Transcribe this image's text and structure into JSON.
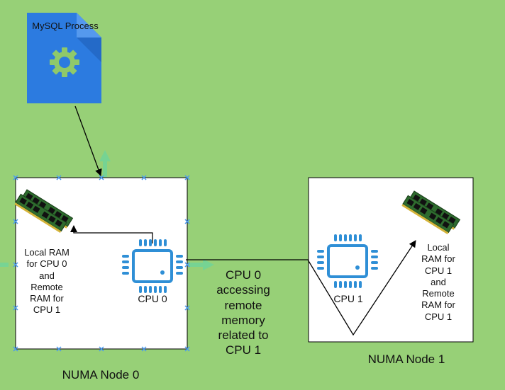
{
  "process": {
    "label": "MySQL Process",
    "icon": "gear-document-icon"
  },
  "nodes": [
    {
      "name": "NUMA Node 0",
      "cpu_label": "CPU 0",
      "ram_label_lines": [
        "Local RAM",
        "for CPU 0",
        "and",
        "Remote",
        "RAM for",
        "CPU 1"
      ]
    },
    {
      "name": "NUMA Node 1",
      "cpu_label": "CPU 1",
      "ram_label_lines": [
        "Local",
        "RAM for",
        "CPU 1",
        "and",
        "Remote",
        "RAM for",
        "CPU 1"
      ]
    }
  ],
  "access_label_lines": [
    "CPU 0",
    "accessing",
    "remote",
    "memory",
    "related to",
    "CPU 1"
  ],
  "colors": {
    "background": "#97d077",
    "document_blue": "#2c7be0",
    "document_fold": "#5599ee",
    "gear_green": "#8fc96a",
    "cpu_blue": "#2f8fd6",
    "ram_board": "#2e6b2e",
    "selection_handle": "#4a9af0",
    "hint_arrow": "#6fd49a"
  }
}
